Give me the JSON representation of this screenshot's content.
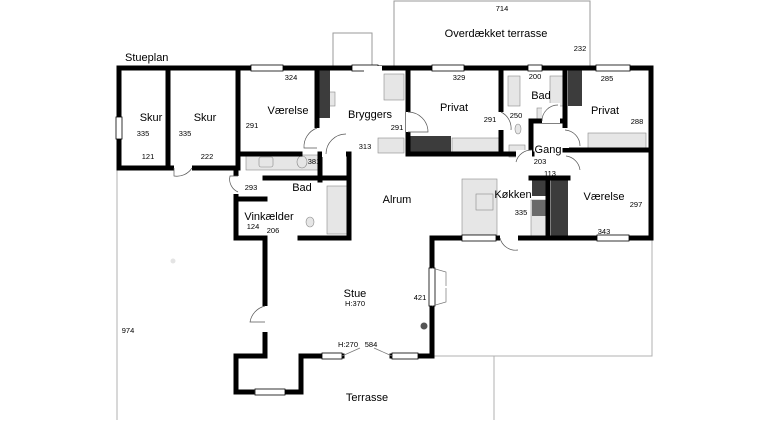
{
  "plan_title": "Stueplan",
  "rooms": {
    "skur1": "Skur",
    "skur2": "Skur",
    "vaerelse1": "Værelse",
    "bryggers": "Bryggers",
    "privat1": "Privat",
    "bad1": "Bad",
    "privat2": "Privat",
    "gang": "Gang",
    "bad2": "Bad",
    "vinkaelder": "Vinkælder",
    "alrum": "Alrum",
    "koekken": "Køkken",
    "vaerelse2": "Værelse",
    "stue": "Stue",
    "stue_height": "H:370",
    "terrasse": "Terrasse",
    "overdaekket_terrasse": "Overdækket terrasse"
  },
  "dimensions": {
    "terrace_width": "714",
    "terrace_depth": "232",
    "vaerelse1_width": "324",
    "privat1_width": "329",
    "bad1_width": "200",
    "privat2_width": "285",
    "skur1_depth": "335",
    "skur1_width": "121",
    "skur2_depth": "335",
    "skur2_width": "222",
    "vaerelse1_depth": "291",
    "bryggers_depth": "291",
    "bryggers_width": "381",
    "privat1_depth": "291",
    "bad1_depth": "250",
    "privat2_depth": "288",
    "alrum_width": "313",
    "gang_depth": "203",
    "gang_width": "113",
    "bad2_depth": "293",
    "vinkaelder_depth": "124",
    "vinkaelder_width": "206",
    "koekken_depth": "335",
    "vaerelse2_depth": "297",
    "vaerelse2_width": "343",
    "stue_depth": "421",
    "door_height": "H:270",
    "stue_width": "584",
    "terrasse_depth": "974"
  }
}
